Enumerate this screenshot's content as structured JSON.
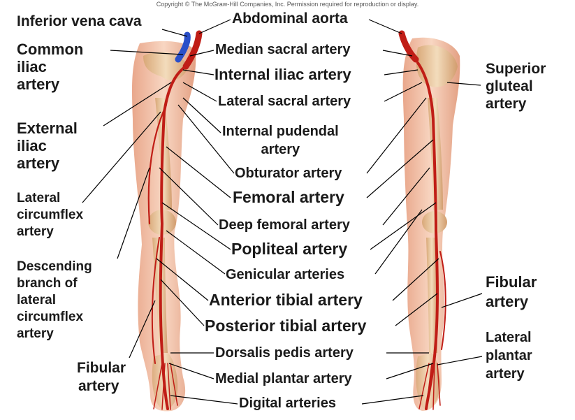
{
  "copyright": "Copyright © The McGraw-Hill Companies, Inc. Permission required for reproduction or display.",
  "colors": {
    "artery": "#c01d16",
    "vein": "#2a4fc9",
    "skin": "#f2c7ad",
    "bone": "#e7c29a",
    "leader": "#000000"
  },
  "labels": {
    "inferior_vena_cava": "Inferior vena cava",
    "common_iliac": [
      "Common",
      "iliac",
      "artery"
    ],
    "external_iliac": [
      "External",
      "iliac",
      "artery"
    ],
    "lateral_circumflex": [
      "Lateral",
      "circumflex",
      "artery"
    ],
    "descending_branch": [
      "Descending",
      "branch of",
      "lateral",
      "circumflex",
      "artery"
    ],
    "fibular_left": [
      "Fibular",
      "artery"
    ],
    "abdominal_aorta": "Abdominal aorta",
    "median_sacral": "Median sacral artery",
    "internal_iliac": "Internal iliac artery",
    "lateral_sacral": "Lateral sacral artery",
    "internal_pudendal": [
      "Internal pudendal",
      "artery"
    ],
    "obturator": "Obturator artery",
    "femoral": "Femoral artery",
    "deep_femoral": "Deep femoral artery",
    "popliteal": "Popliteal artery",
    "genicular": "Genicular arteries",
    "anterior_tibial": "Anterior tibial artery",
    "posterior_tibial": "Posterior tibial artery",
    "dorsalis_pedis": "Dorsalis pedis artery",
    "medial_plantar": "Medial plantar artery",
    "digital": "Digital arteries",
    "superior_gluteal": [
      "Superior",
      "gluteal",
      "artery"
    ],
    "fibular_right": [
      "Fibular",
      "artery"
    ],
    "lateral_plantar": [
      "Lateral",
      "plantar",
      "artery"
    ]
  }
}
